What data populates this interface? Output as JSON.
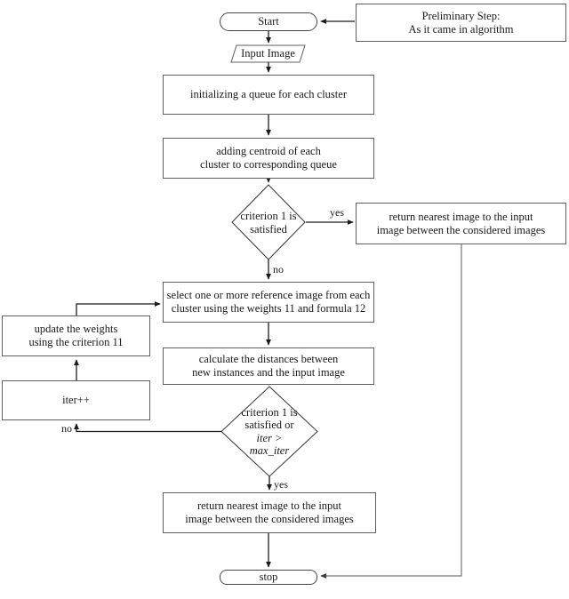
{
  "diagram": {
    "nodes": {
      "start": {
        "label": "Start"
      },
      "preliminary": {
        "line1": "Preliminary Step:",
        "line2": "As it came in algorithm"
      },
      "input_image": {
        "label": "Input Image"
      },
      "init_queue": {
        "label": "initializing a queue for each cluster"
      },
      "add_centroid": {
        "line1": "adding centroid of each",
        "line2": "cluster to corresponding queue"
      },
      "decision1": {
        "line1": "criterion 1 is",
        "line2": "satisfied"
      },
      "return_top": {
        "line1": "return nearest image to the input",
        "line2": "image between the considered images"
      },
      "select_reference": {
        "line1": "select one or more reference image from each",
        "line2": "cluster using the weights 11 and formula 12"
      },
      "update_weights": {
        "line1": "update the weights",
        "line2": "using the criterion 11"
      },
      "calculate_distances": {
        "line1": "calculate the distances between",
        "line2": "new instances and the input image"
      },
      "iter_increment": {
        "label": "iter++"
      },
      "decision2": {
        "line1": "criterion 1 is",
        "line2": "satisfied or",
        "line3": "iter >",
        "line4": "max_iter"
      },
      "return_bottom": {
        "line1": "return nearest image to the input",
        "line2": "image between the considered images"
      },
      "stop": {
        "label": "stop"
      }
    },
    "edge_labels": {
      "decision1_yes": "yes",
      "decision1_no": "no",
      "decision2_no": "no",
      "decision2_yes": "yes"
    },
    "colors": {
      "background": "#ffffff",
      "box_border": "#5f5f5f",
      "diamond_border": "#333333",
      "arrow": "#1a1a1a",
      "return_path": "#767676",
      "text": "#1a1a1a"
    }
  }
}
